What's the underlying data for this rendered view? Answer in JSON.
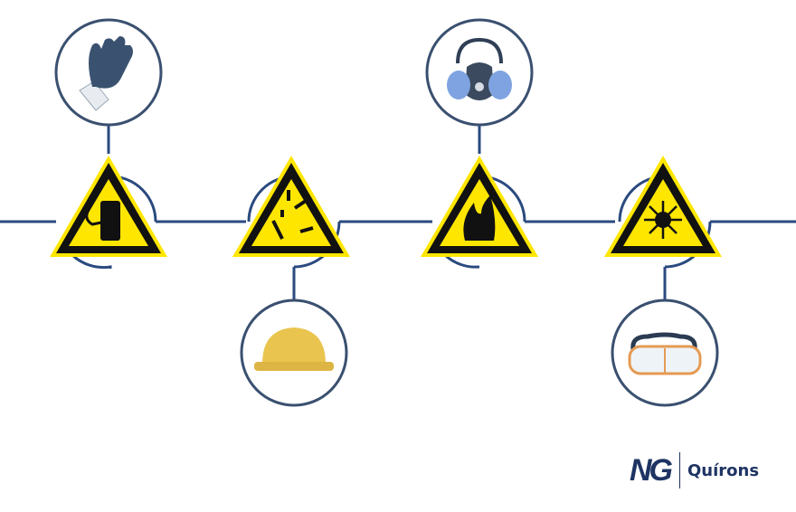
{
  "colors": {
    "line": "#2a4a7f",
    "sign_yellow": "#ffe600",
    "sign_black": "#111111",
    "circle_stroke": "#3a5070"
  },
  "nodes": [
    {
      "hazard": "electric-shock-hazard-icon",
      "ppe": "protective-gloves-icon",
      "ppe_position": "top"
    },
    {
      "hazard": "falling-objects-hazard-icon",
      "ppe": "hard-hat-icon",
      "ppe_position": "bottom"
    },
    {
      "hazard": "flammable-hazard-icon",
      "ppe": "respirator-mask-icon",
      "ppe_position": "top"
    },
    {
      "hazard": "radiation-light-hazard-icon",
      "ppe": "safety-goggles-icon",
      "ppe_position": "bottom"
    }
  ],
  "logo": {
    "mark": "NG",
    "text": "Quírons"
  }
}
